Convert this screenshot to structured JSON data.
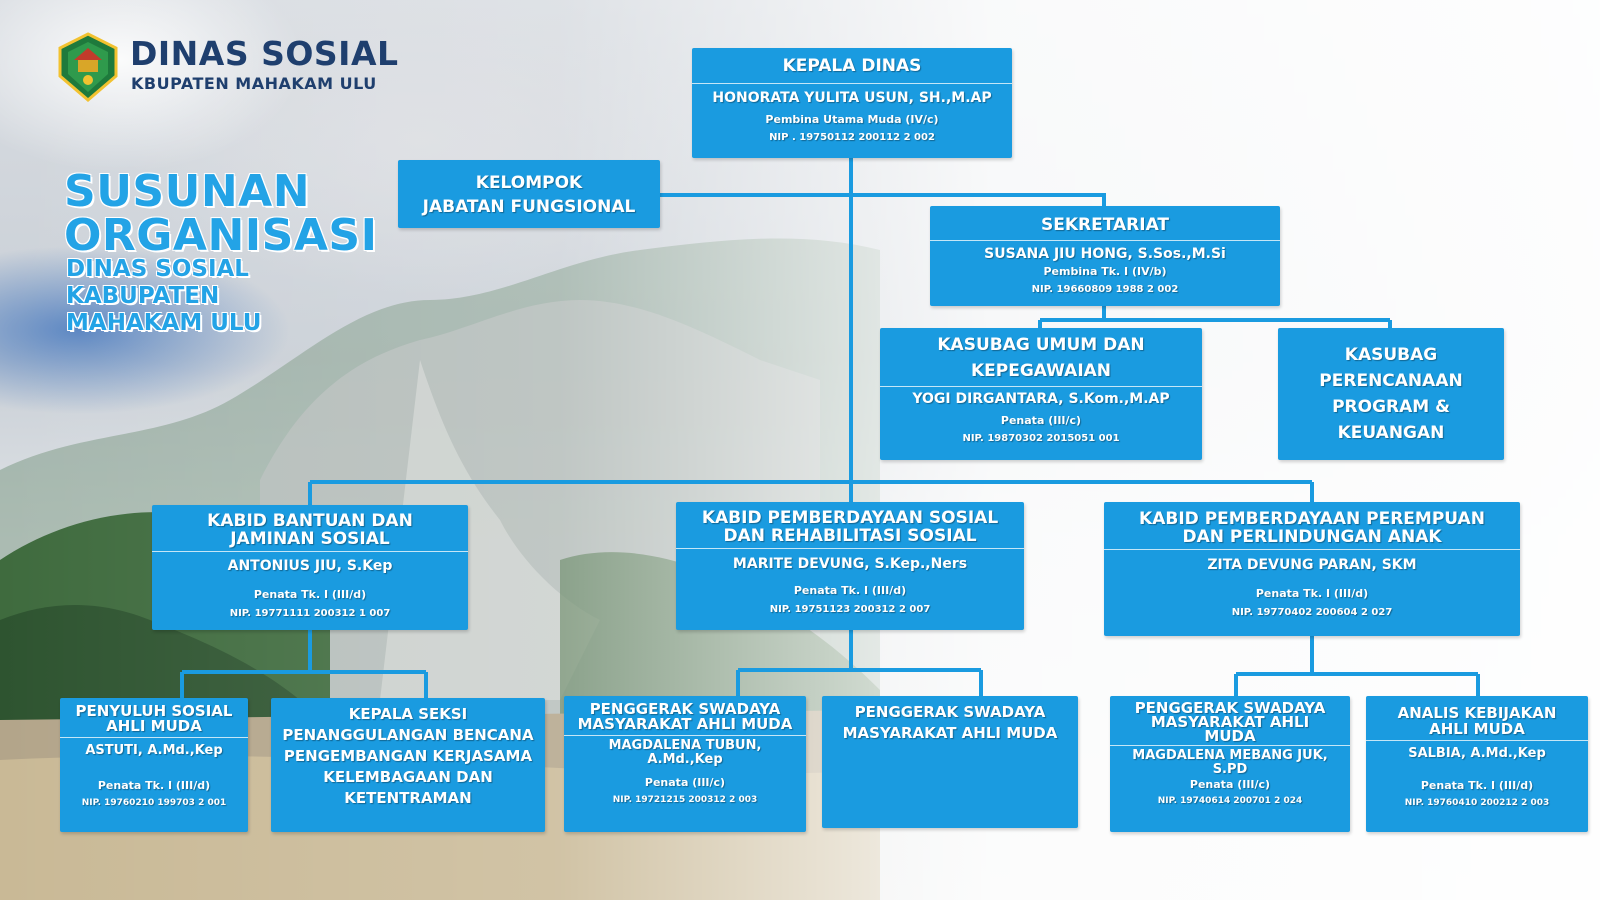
{
  "header": {
    "org_name": "DINAS SOSIAL",
    "org_sub": "KBUPATEN MAHAKAM ULU"
  },
  "title": {
    "line1": "SUSUNAN",
    "line2": "ORGANISASI",
    "sub1": "DINAS SOSIAL",
    "sub2": "KABUPATEN",
    "sub3": "MAHAKAM ULU"
  },
  "colors": {
    "box": "#1a9be0",
    "title": "#23a3e6",
    "brand": "#1f3f6e"
  },
  "nodes": {
    "kepala": {
      "title": "KEPALA DINAS",
      "name": "HONORATA YULITA USUN, SH.,M.AP",
      "rank": "Pembina Utama Muda (IV/c)",
      "nip": "NIP . 19750112 200112 2 002"
    },
    "fungsional": {
      "line1": "KELOMPOK",
      "line2": "JABATAN FUNGSIONAL"
    },
    "sekretariat": {
      "title": "SEKRETARIAT",
      "name": "SUSANA JIU HONG, S.Sos.,M.Si",
      "rank": "Pembina Tk. I (IV/b)",
      "nip": "NIP. 19660809 1988 2 002"
    },
    "kasubag_umum": {
      "line1": "KASUBAG UMUM DAN",
      "line2": "KEPEGAWAIAN",
      "name": "YOGI DIRGANTARA, S.Kom.,M.AP",
      "rank": "Penata (III/c)",
      "nip": "NIP. 19870302 2015051 001"
    },
    "kasubag_perencanaan": {
      "line1": "KASUBAG",
      "line2": "PERENCANAAN",
      "line3": "PROGRAM &",
      "line4": "KEUANGAN"
    },
    "kabid_bantuan": {
      "line1": "KABID BANTUAN DAN",
      "line2": "JAMINAN SOSIAL",
      "name": "ANTONIUS JIU, S.Kep",
      "rank": "Penata Tk. I (III/d)",
      "nip": "NIP. 19771111 200312 1 007"
    },
    "kabid_pemberdayaan": {
      "line1": "KABID PEMBERDAYAAN SOSIAL",
      "line2": "DAN REHABILITASI SOSIAL",
      "name": "MARITE DEVUNG, S.Kep.,Ners",
      "rank": "Penata Tk. I (III/d)",
      "nip": "NIP. 19751123 200312 2 007"
    },
    "kabid_perempuan": {
      "line1": "KABID PEMBERDAYAAN PEREMPUAN",
      "line2": "DAN PERLINDUNGAN ANAK",
      "name": "ZITA DEVUNG PARAN, SKM",
      "rank": "Penata Tk. I (III/d)",
      "nip": "NIP. 19770402 200604 2 027"
    },
    "penyuluh": {
      "line1": "PENYULUH SOSIAL",
      "line2": "AHLI MUDA",
      "name": "ASTUTI, A.Md.,Kep",
      "rank": "Penata Tk. I (III/d)",
      "nip": "NIP. 19760210 199703 2 001"
    },
    "kepala_seksi": {
      "line1": "KEPALA SEKSI",
      "line2": "PENANGGULANGAN BENCANA",
      "line3": "PENGEMBANGAN KERJASAMA",
      "line4": "KELEMBAGAAN DAN",
      "line5": "KETENTRAMAN"
    },
    "penggerak1": {
      "line1": "PENGGERAK SWADAYA",
      "line2": "MASYARAKAT AHLI MUDA",
      "name1": "MAGDALENA TUBUN,",
      "name2": "A.Md.,Kep",
      "rank": "Penata (III/c)",
      "nip": "NIP. 19721215 200312 2 003"
    },
    "penggerak2": {
      "line1": "PENGGERAK SWADAYA",
      "line2": "MASYARAKAT AHLI MUDA"
    },
    "penggerak3": {
      "line1": "PENGGERAK SWADAYA",
      "line2": "MASYARAKAT AHLI",
      "line3": "MUDA",
      "name1": "MAGDALENA MEBANG JUK,",
      "name2": "S.PD",
      "rank": "Penata (III/c)",
      "nip": "NIP. 19740614 200701 2 024"
    },
    "analis": {
      "line1": "ANALIS KEBIJAKAN",
      "line2": "AHLI MUDA",
      "name": "SALBIA, A.Md.,Kep",
      "rank": "Penata Tk. I (III/d)",
      "nip": "NIP. 19760410 200212 2 003"
    }
  }
}
